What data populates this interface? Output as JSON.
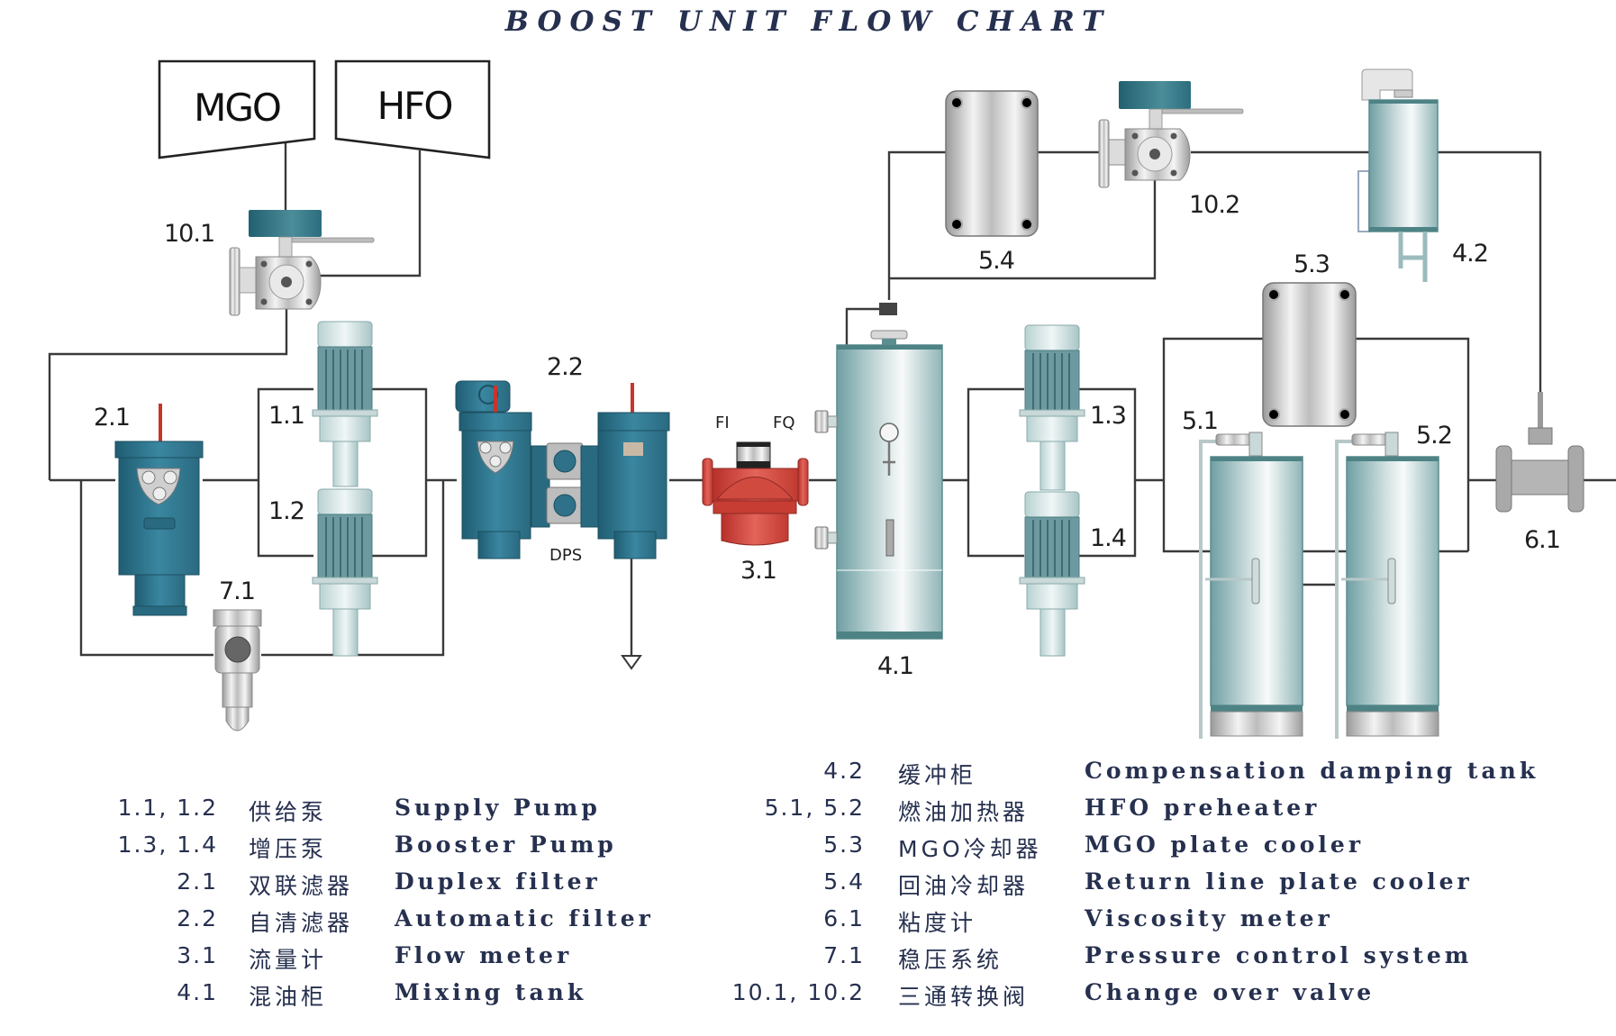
{
  "title": "BOOST UNIT FLOW CHART",
  "colors": {
    "text_navy": "#26304f",
    "pipe": "#3a3a3a",
    "equipment_blue": "#2e7189",
    "flow_meter_red": "#d0413a",
    "tank_teal": "#8db5b7",
    "steel": "#c9c9c9"
  },
  "tanks": {
    "mgo": "MGO",
    "hfo": "HFO"
  },
  "diagram_labels": {
    "valve_10_1": "10.1",
    "valve_10_2": "10.2",
    "filter_2_1": "2.1",
    "filter_2_2": "2.2",
    "pump_1_1": "1.1",
    "pump_1_2": "1.2",
    "pump_1_3": "1.3",
    "pump_1_4": "1.4",
    "dps": "DPS",
    "fi": "FI",
    "fq": "FQ",
    "flow_meter_3_1": "3.1",
    "tank_4_1": "4.1",
    "tank_4_2": "4.2",
    "cooler_5_3": "5.3",
    "cooler_5_4": "5.4",
    "heater_5_1": "5.1",
    "heater_5_2": "5.2",
    "viscometer_6_1": "6.1",
    "pressure_7_1": "7.1"
  },
  "legend": {
    "left": [
      {
        "num": "1.1, 1.2",
        "cn": "供给泵",
        "en": "Supply Pump"
      },
      {
        "num": "1.3, 1.4",
        "cn": "增压泵",
        "en": "Booster Pump"
      },
      {
        "num": "2.1",
        "cn": "双联滤器",
        "en": "Duplex filter"
      },
      {
        "num": "2.2",
        "cn": "自清滤器",
        "en": "Automatic filter"
      },
      {
        "num": "3.1",
        "cn": "流量计",
        "en": "Flow meter"
      },
      {
        "num": "4.1",
        "cn": "混油柜",
        "en": "Mixing tank"
      }
    ],
    "right": [
      {
        "num": "4.2",
        "cn": "缓冲柜",
        "en": "Compensation damping tank"
      },
      {
        "num": "5.1, 5.2",
        "cn": "燃油加热器",
        "en": "HFO preheater"
      },
      {
        "num": "5.3",
        "cn": "MGO冷却器",
        "en": "MGO plate cooler"
      },
      {
        "num": "5.4",
        "cn": "回油冷却器",
        "en": "Return line plate cooler"
      },
      {
        "num": "6.1",
        "cn": "粘度计",
        "en": "Viscosity meter"
      },
      {
        "num": "7.1",
        "cn": "稳压系统",
        "en": "Pressure control system"
      },
      {
        "num": "10.1, 10.2",
        "cn": "三通转换阀",
        "en": "Change over valve"
      }
    ]
  }
}
